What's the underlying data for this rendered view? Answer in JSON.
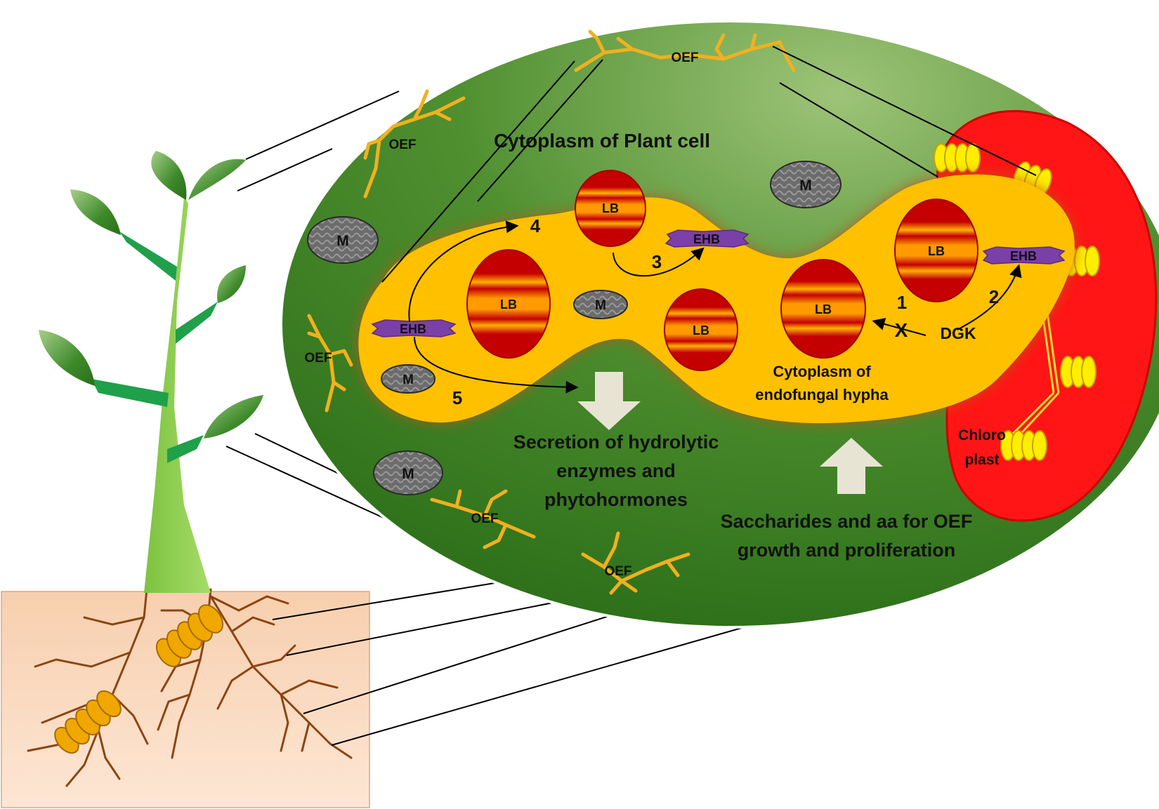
{
  "labels": {
    "cytoplasm_plant": "Cytoplasm of Plant cell",
    "cytoplasm_hypha_1": "Cytoplasm of",
    "cytoplasm_hypha_2": "endofungal hypha",
    "secretion_1": "Secretion of hydrolytic",
    "secretion_2": "enzymes and",
    "secretion_3": "phytohormones",
    "saccharides_1": "Saccharides and aa for OEF",
    "saccharides_2": "growth and proliferation",
    "chloroplast_1": "Chloro",
    "chloroplast_2": "plast",
    "oef": "OEF",
    "mito": "M",
    "lipid_body": "LB",
    "ehb": "EHB",
    "dgk": "DGK",
    "blocked": "X",
    "step1": "1",
    "step2": "2",
    "step3": "3",
    "step4": "4",
    "step5": "5"
  },
  "colors": {
    "cell_dark": "#2e7a1c",
    "cell_light": "#8fb865",
    "hypha": "#ffc000",
    "hypha_glow": "#b86a1a",
    "chloroplast": "#ff1010",
    "thylakoid": "#ffee00",
    "lipid_red": "#cc0000",
    "ehb_purple": "#7b3fa8",
    "mito_gray": "#6f6f6f",
    "oef_yellow": "#f2b01e",
    "leaf_dark": "#2e7a1c",
    "stem": "#8ccf4d",
    "soil": "#fbdcc2",
    "root": "#8b4513",
    "arrow_beige": "#e8e4d4"
  }
}
